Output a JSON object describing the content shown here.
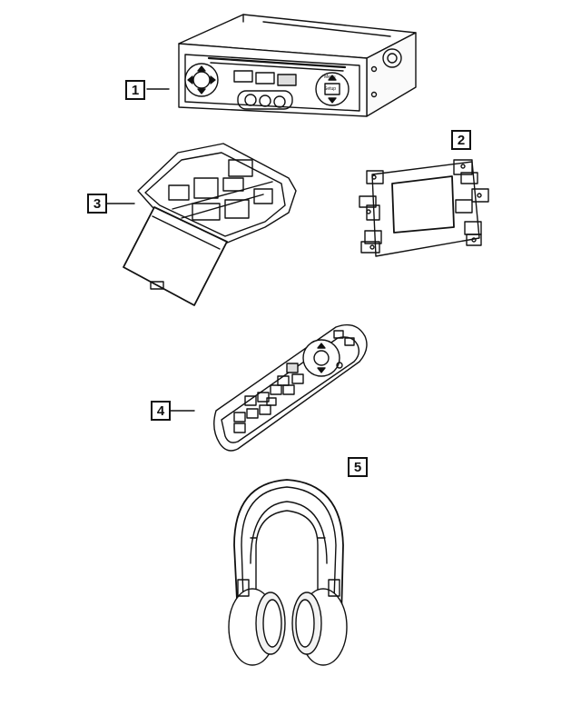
{
  "callouts": [
    {
      "number": "1",
      "part": "dvd-player"
    },
    {
      "number": "2",
      "part": "mounting-bracket"
    },
    {
      "number": "3",
      "part": "overhead-video-screen"
    },
    {
      "number": "4",
      "part": "remote-control"
    },
    {
      "number": "5",
      "part": "wireless-headphones"
    }
  ],
  "dvd_player_labels": {
    "menu": "Menu",
    "setup": "Setup"
  },
  "colors": {
    "line": "#111111",
    "background": "#ffffff",
    "fill": "#f2f2f2"
  }
}
